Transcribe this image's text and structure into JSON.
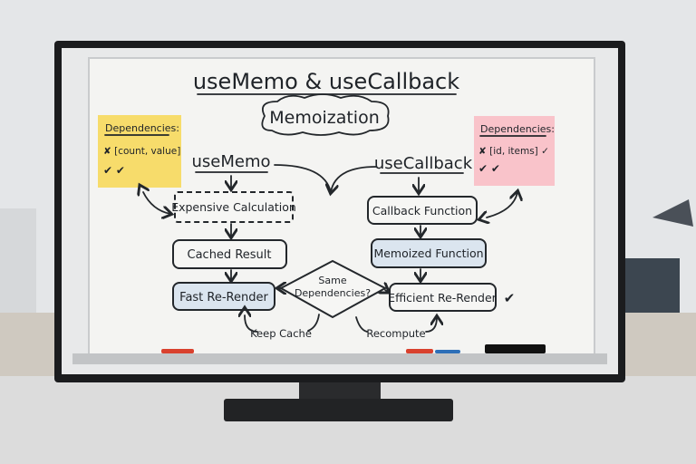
{
  "title": "useMemo & useCallback",
  "subtitle": "Memoization",
  "left_note": {
    "heading": "Dependencies:",
    "line1": "✘ [count, value]",
    "line2": "✔ ✔",
    "color": "#f7dc6b"
  },
  "right_note": {
    "heading": "Dependencies:",
    "line1": "✘ [id, items] ✓",
    "line2": "✔ ✔",
    "color": "#f9c3ca"
  },
  "use_memo": {
    "label": "useMemo",
    "steps": [
      "Expensive Calculation",
      "Cached Result",
      "Fast Re-Render"
    ],
    "loop_label": "Keep Cache"
  },
  "use_callback": {
    "label": "useCallback",
    "steps": [
      "Callback Function",
      "Memoized Function",
      "Efficient Re-Render"
    ],
    "loop_label": "Recompute",
    "check": "✔"
  },
  "decision": {
    "line1": "Same",
    "line2": "Dependencies?"
  },
  "colors": {
    "highlight_box": "#dbe5ef",
    "bezel": "#1b1c1e",
    "whiteboard": "#f4f4f2"
  }
}
